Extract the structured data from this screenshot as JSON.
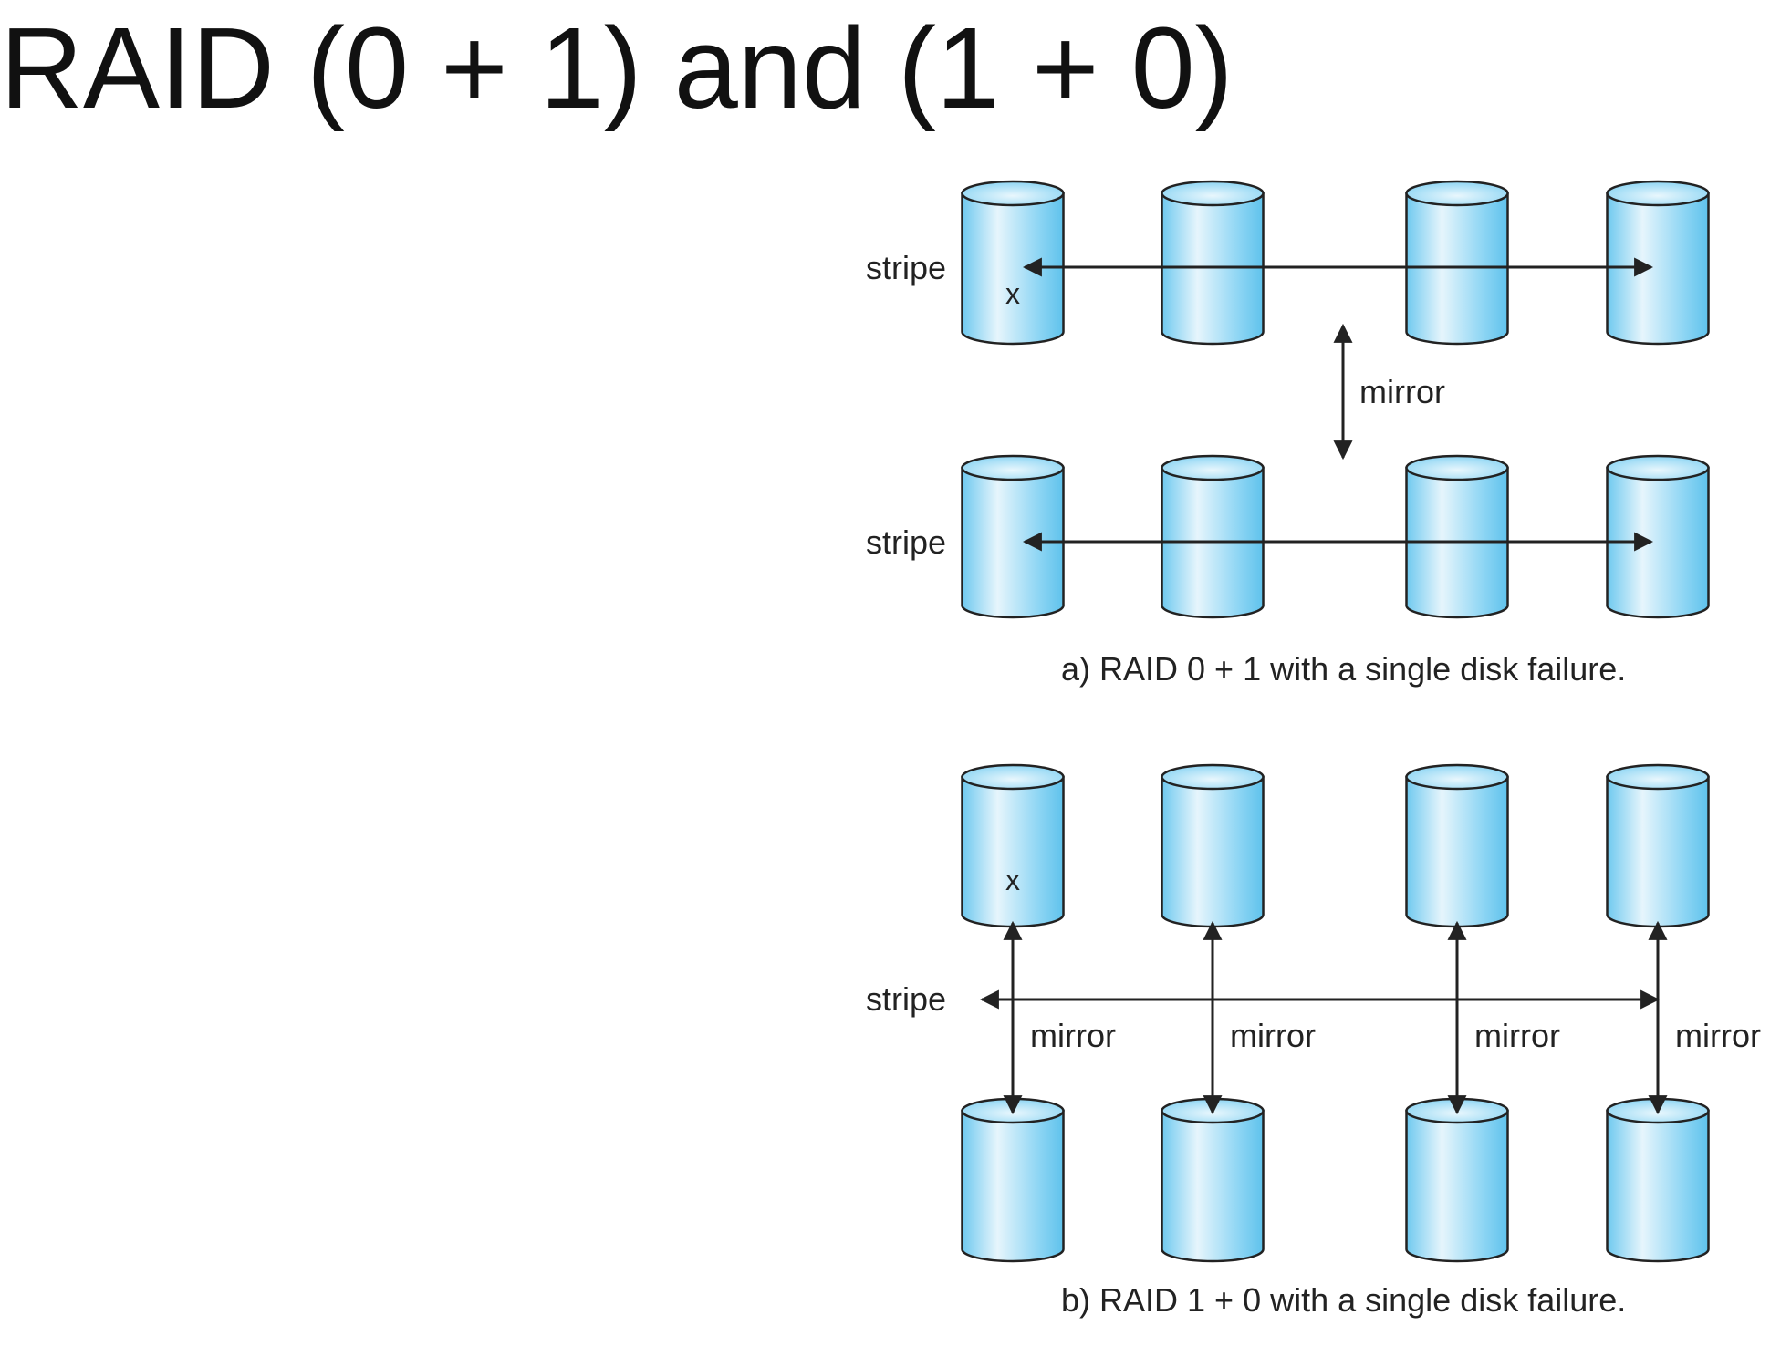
{
  "title": "RAID (0 + 1) and (1 + 0)",
  "diagram_a": {
    "stripe_label_top": "stripe",
    "stripe_label_bottom": "stripe",
    "mirror_label": "mirror",
    "failed_disk_mark": "x",
    "caption": "a) RAID 0 + 1 with a single disk failure."
  },
  "diagram_b": {
    "stripe_label": "stripe",
    "mirror_labels": [
      "mirror",
      "mirror",
      "mirror",
      "mirror"
    ],
    "failed_disk_mark": "x",
    "caption": "b) RAID 1 + 0 with a single disk failure."
  },
  "colors": {
    "disk_body_light": "#e4f3fb",
    "disk_body_dark": "#74cdf1",
    "disk_top": "#9fdcf5",
    "outline": "#222222",
    "background": "#ffffff"
  }
}
